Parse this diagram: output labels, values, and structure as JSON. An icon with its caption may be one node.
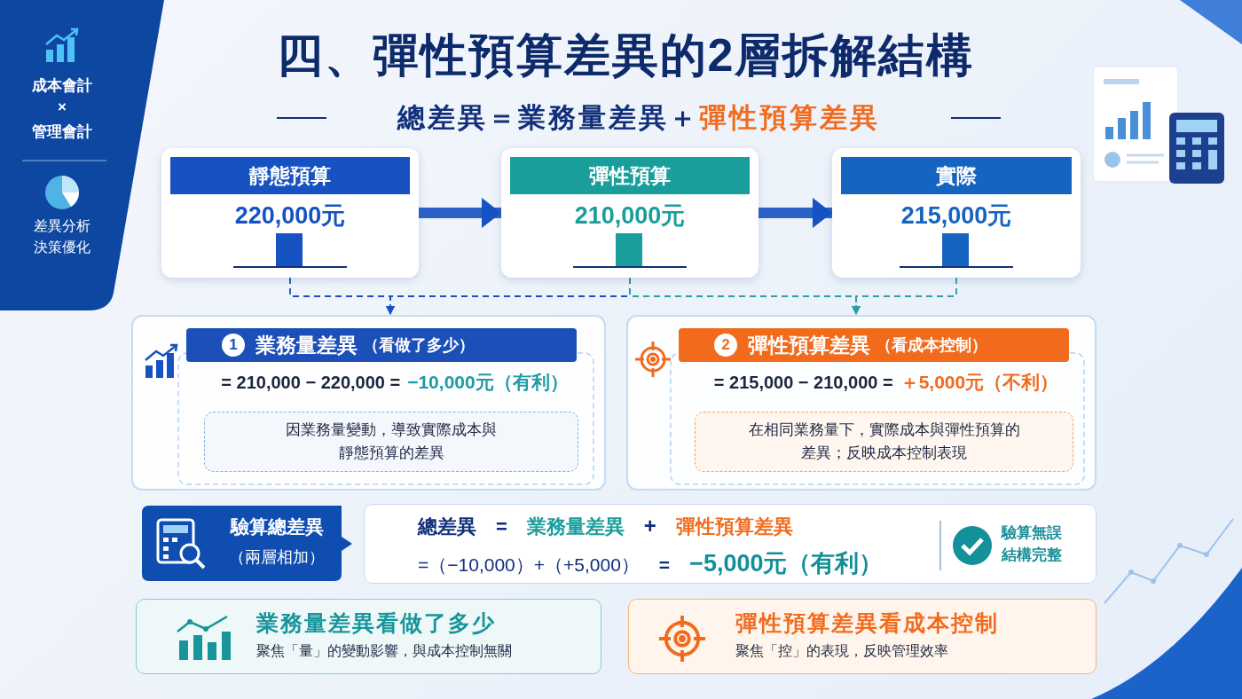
{
  "diagram": {
    "title": "四、彈性預算差異的2層拆解結構",
    "nodes": [
      {
        "text": [
          "成本會計",
          "×",
          "管理會計",
          "差異分析決策優化"
        ]
      },
      {
        "text": [
          "靜態預算",
          "220,000元"
        ]
      },
      {
        "text": [
          "彈性預算",
          "210,000元"
        ]
      },
      {
        "text": [
          "實際",
          "215,000元"
        ]
      },
      {
        "text": [
          "1",
          "業務量差異",
          "（看做了多少）",
          "= 210,000 − 220,000 =",
          "−10,000元（有利）"
        ]
      },
      {
        "text": [
          "因業務量變動，導致實際成本與靜態預算的差異"
        ],
        "in": 4
      },
      {
        "text": [
          "2",
          "彈性預算差異",
          "（看成本控制）",
          "= 215,000 − 210,000 =",
          "＋5,000元（不利）"
        ]
      },
      {
        "text": [
          "在相同業務量下，實際成本與彈性預算的差異；反映成本控制表現"
        ],
        "in": 6
      },
      {
        "text": [
          "驗算總差異",
          "（兩層相加）"
        ]
      },
      {
        "text": [
          "總差異",
          "=",
          "業務量差異",
          "+",
          "彈性預算差異",
          "=（−10,000）+（+5,000）",
          "=",
          "−5,000元（有利）",
          "驗算無誤結構完整"
        ]
      },
      {
        "text": [
          "業務量差異看做了多少",
          "聚焦「量」的變動影響，與成本控制無關"
        ]
      },
      {
        "text": [
          "彈性預算差異看成本控制",
          "聚焦「控」的表現，反映管理效率"
        ]
      }
    ],
    "edges": [
      {
        "from": 1,
        "to": 2,
        "arrow": "to",
        "style": "thick"
      },
      {
        "from": 2,
        "to": 3,
        "arrow": "to",
        "style": "thick"
      },
      {
        "from": 1,
        "to": 4,
        "arrow": "to",
        "style": "dashed"
      },
      {
        "from": 2,
        "to": 4,
        "arrow": "to",
        "style": "dashed"
      },
      {
        "from": 2,
        "to": 6,
        "arrow": "to",
        "style": "dashed",
        "color": "#2a9fa6"
      },
      {
        "from": 3,
        "to": 6,
        "arrow": "to",
        "style": "dashed",
        "color": "#2a9fa6"
      }
    ],
    "labels": [
      "總差異＝業務量差異＋",
      "彈性預算差異"
    ]
  }
}
